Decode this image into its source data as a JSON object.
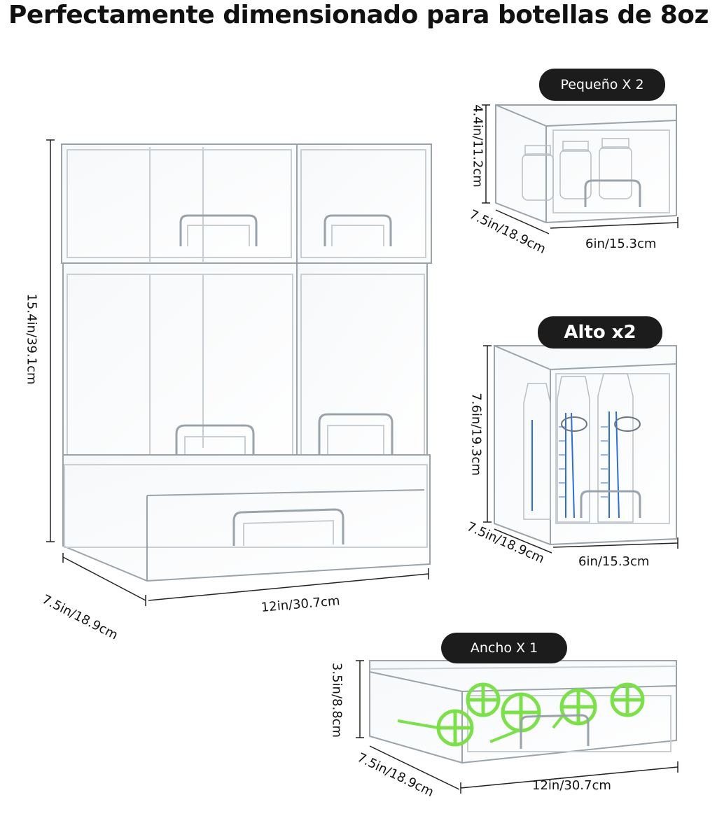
{
  "title": "Perfectamente dimensionado para botellas de 8oz",
  "main_assembly": {
    "height_label": "15.4in/39.1cm",
    "depth_label": "7.5in/18.9cm",
    "width_label": "12in/30.7cm"
  },
  "small_box": {
    "badge": "Pequeño X 2",
    "height_label": "4.4in/11.2cm",
    "depth_label": "7.5in/18.9cm",
    "width_label": "6in/15.3cm"
  },
  "tall_box": {
    "badge": "Alto x2",
    "height_label": "7.6in/19.3cm",
    "depth_label": "7.5in/18.9cm",
    "width_label": "6in/15.3cm"
  },
  "wide_box": {
    "badge": "Ancho X 1",
    "height_label": "3.5in/8.8cm",
    "depth_label": "7.5in/18.9cm",
    "width_label": "12in/30.7cm"
  },
  "colors": {
    "outline": "#9aa3aa",
    "edge": "#c9ced3",
    "dimension_line": "#222222",
    "bottle_blue": "#2f6fd0",
    "accessory_green": "#7be04a"
  }
}
